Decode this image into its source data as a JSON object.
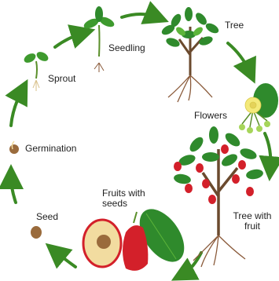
{
  "colors": {
    "arrow": "#3a8a24",
    "leaf": "#2f8a2c",
    "leaf_light": "#5db53a",
    "trunk": "#6b4a2e",
    "fruit": "#d3202a",
    "fruit_flesh": "#f2dca0",
    "flower": "#f4e97a",
    "seed": "#9a6b3c"
  },
  "stages": {
    "seedling": "Seedling",
    "tree": "Tree",
    "flowers": "Flowers",
    "tree_with_fruit": "Tree with fruit",
    "fruits_with_seeds": "Fruits with seeds",
    "seed": "Seed",
    "germination": "Germination",
    "sprout": "Sprout"
  }
}
